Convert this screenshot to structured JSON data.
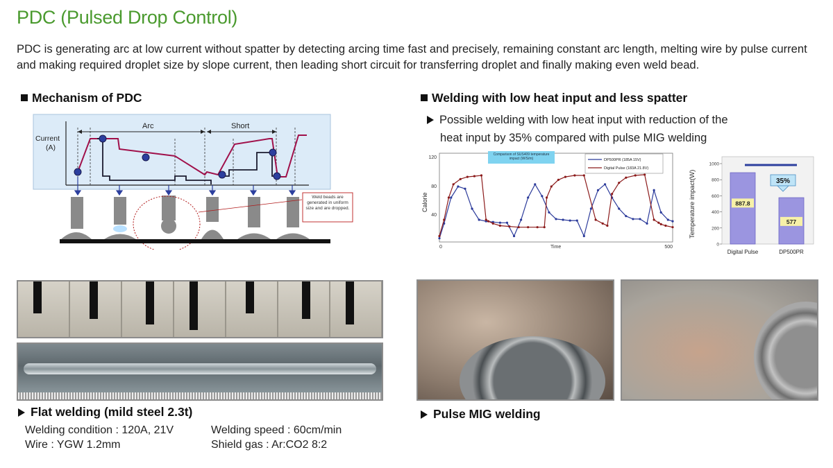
{
  "title": "PDC (Pulsed Drop Control)",
  "intro": "PDC is generating arc at low current without spatter by detecting arcing time fast and precisely, remaining constant arc length, melting wire by pulse current and making required droplet size by slope current, then leading short circuit for transferring droplet and finally making even weld bead.",
  "mechanism": {
    "heading": "Mechanism of PDC",
    "y_label_1": "Current",
    "y_label_2": "(A)",
    "arc_label": "Arc",
    "short_label": "Short",
    "note": "Weld beads are generated in uniform size and are dropped."
  },
  "low_heat": {
    "heading": "Welding with low heat input and less spatter",
    "subtitle_line1": "Possible welding with low heat input with reduction of the",
    "subtitle_line2": "heat input by 35% compared with pulse MIG welding"
  },
  "chart_data": [
    {
      "type": "line",
      "title": "Comparison of SUS409 temperature impact (W/S/m)",
      "xlabel": "Time",
      "ylabel": "Calorie",
      "xlim": [
        0,
        500
      ],
      "ylim": [
        0,
        120
      ],
      "yticks": [
        "120",
        "80",
        "40"
      ],
      "xticks": [
        "0",
        "500"
      ],
      "series": [
        {
          "name": "DP500PR (185A 15V)",
          "color": "#2b3a9a",
          "x": [
            0,
            10,
            25,
            40,
            55,
            70,
            85,
            100,
            115,
            130,
            145,
            160,
            175,
            190,
            205,
            220,
            235,
            250,
            265,
            280,
            295,
            310,
            325,
            340,
            355,
            370,
            385,
            400,
            415,
            430,
            445,
            460,
            475,
            490,
            500
          ],
          "y": [
            5,
            25,
            60,
            75,
            72,
            45,
            30,
            28,
            27,
            26,
            26,
            8,
            30,
            60,
            78,
            62,
            40,
            31,
            30,
            29,
            29,
            8,
            45,
            70,
            78,
            60,
            45,
            35,
            31,
            31,
            25,
            70,
            40,
            30,
            28
          ]
        },
        {
          "name": "Digital Pulse (183A 21.8V)",
          "color": "#8b1a1a",
          "x": [
            0,
            10,
            20,
            30,
            45,
            60,
            75,
            90,
            100,
            105,
            115,
            130,
            150,
            170,
            190,
            210,
            225,
            230,
            240,
            255,
            270,
            290,
            310,
            335,
            350,
            360,
            370,
            385,
            400,
            420,
            440,
            460,
            470,
            475,
            485,
            500
          ],
          "y": [
            8,
            30,
            60,
            78,
            85,
            88,
            89,
            90,
            30,
            28,
            25,
            22,
            21,
            20,
            20,
            20,
            20,
            60,
            75,
            84,
            88,
            90,
            90,
            30,
            25,
            22,
            65,
            80,
            87,
            90,
            91,
            30,
            26,
            24,
            22,
            20
          ]
        }
      ]
    },
    {
      "type": "bar",
      "ylabel": "Temperature impact(W)",
      "categories": [
        "Digital Pulse",
        "DP500PR"
      ],
      "values": [
        887.8,
        577
      ],
      "value_labels": [
        "887.8",
        "577"
      ],
      "yticks": [
        "0",
        "200",
        "400",
        "600",
        "800",
        "1000"
      ],
      "ylim": [
        0,
        1000
      ],
      "annotation": "35%"
    }
  ],
  "flat": {
    "heading": "Flat welding (mild steel 2.3t)",
    "condition": "Welding condition  : 120A, 21V",
    "wire": "Wire  : YGW 1.2mm",
    "speed": "Welding speed  : 60cm/min",
    "gas": "Shield gas  : Ar:CO2 8:2"
  },
  "pulse": {
    "heading": "Pulse MIG welding"
  },
  "colors": {
    "title_green": "#4a9a2e",
    "panel_blue": "#dcebf8",
    "current_wave": "#a0104a",
    "dot_blue": "#2c3f9e"
  }
}
